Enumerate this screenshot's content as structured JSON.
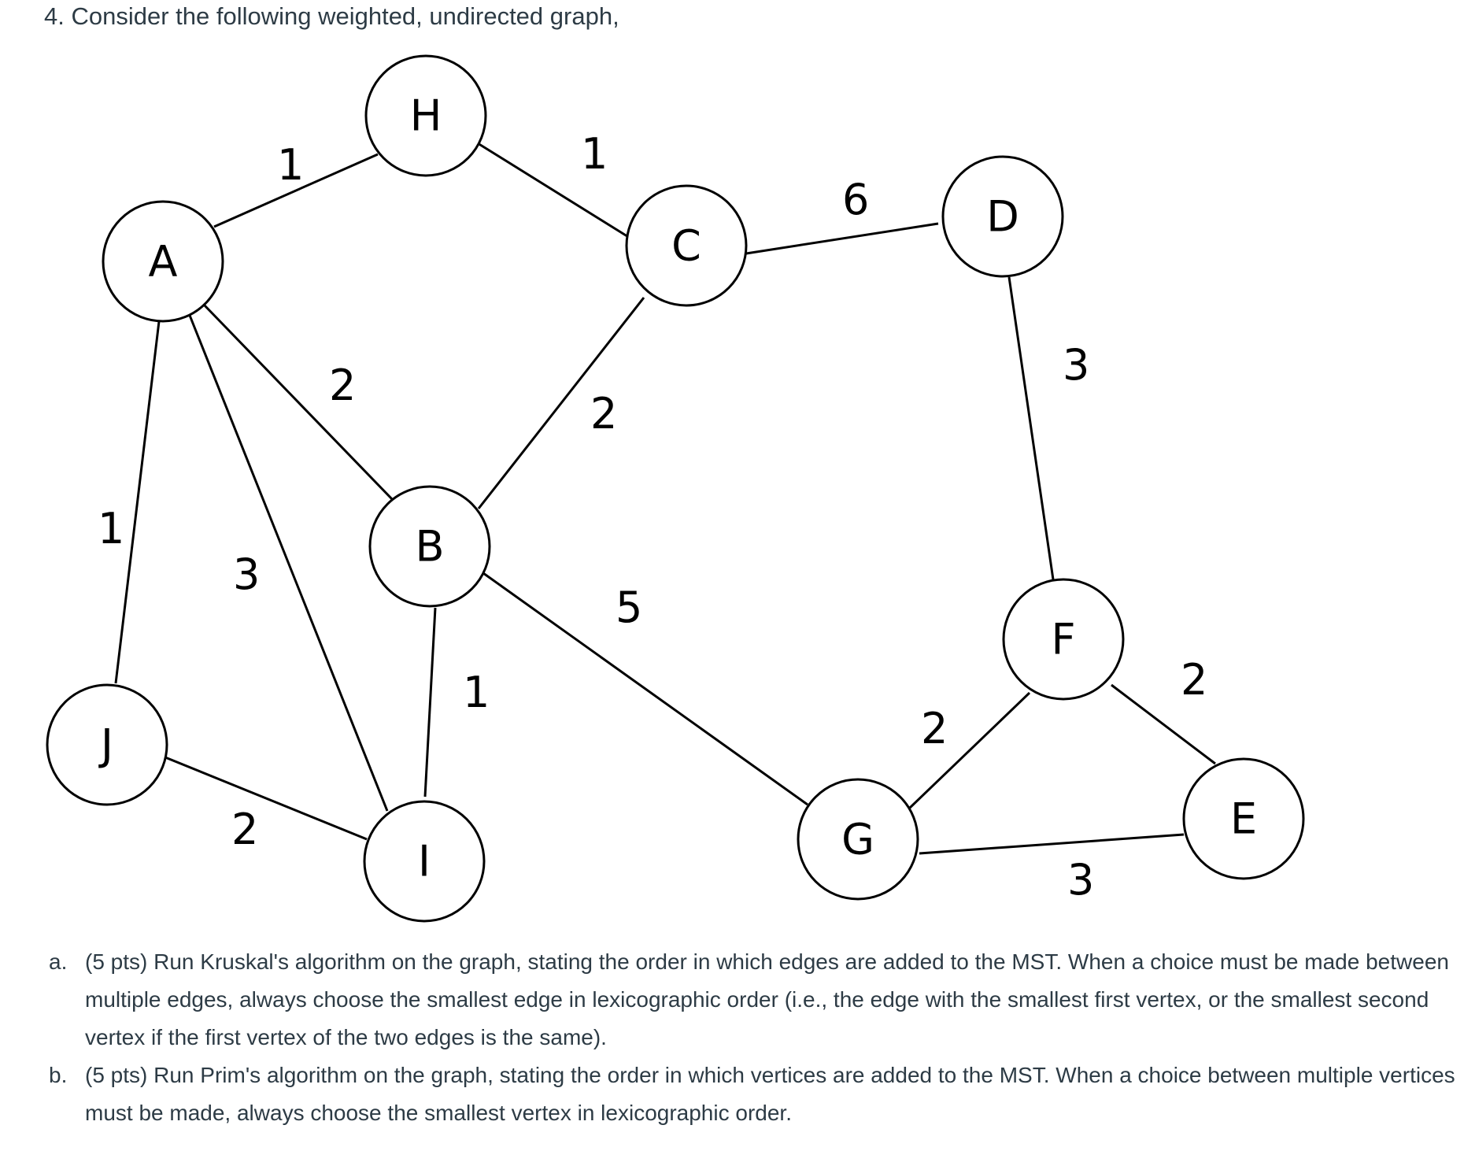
{
  "question": {
    "title": "4. Consider the following weighted, undirected graph,"
  },
  "graph": {
    "vertices": [
      {
        "id": "H",
        "label": "H"
      },
      {
        "id": "A",
        "label": "A"
      },
      {
        "id": "C",
        "label": "C"
      },
      {
        "id": "D",
        "label": "D"
      },
      {
        "id": "B",
        "label": "B"
      },
      {
        "id": "F",
        "label": "F"
      },
      {
        "id": "J",
        "label": "J"
      },
      {
        "id": "I",
        "label": "I"
      },
      {
        "id": "G",
        "label": "G"
      },
      {
        "id": "E",
        "label": "E"
      }
    ],
    "edges": [
      {
        "from": "A",
        "to": "H",
        "weight": "1"
      },
      {
        "from": "H",
        "to": "C",
        "weight": "1"
      },
      {
        "from": "C",
        "to": "D",
        "weight": "6"
      },
      {
        "from": "A",
        "to": "J",
        "weight": "1"
      },
      {
        "from": "A",
        "to": "I",
        "weight": "3"
      },
      {
        "from": "A",
        "to": "B",
        "weight": "2"
      },
      {
        "from": "C",
        "to": "B",
        "weight": "2"
      },
      {
        "from": "D",
        "to": "F",
        "weight": "3"
      },
      {
        "from": "B",
        "to": "I",
        "weight": "1"
      },
      {
        "from": "B",
        "to": "G",
        "weight": "5"
      },
      {
        "from": "J",
        "to": "I",
        "weight": "2"
      },
      {
        "from": "G",
        "to": "F",
        "weight": "2"
      },
      {
        "from": "F",
        "to": "E",
        "weight": "2"
      },
      {
        "from": "G",
        "to": "E",
        "weight": "3"
      }
    ]
  },
  "parts": [
    {
      "marker": "a.",
      "text": "(5 pts) Run Kruskal's algorithm on the graph, stating the order in which edges are added to the MST. When a choice must be made between multiple edges, always choose the smallest edge in lexicographic order (i.e., the edge with the smallest first vertex, or the smallest second vertex if the first vertex of the two edges is the same)."
    },
    {
      "marker": "b.",
      "text": "(5 pts) Run Prim's algorithm on the graph, stating the order in which vertices are added to the MST. When a choice between multiple vertices must be made, always choose the smallest vertex in lexicographic order."
    }
  ]
}
